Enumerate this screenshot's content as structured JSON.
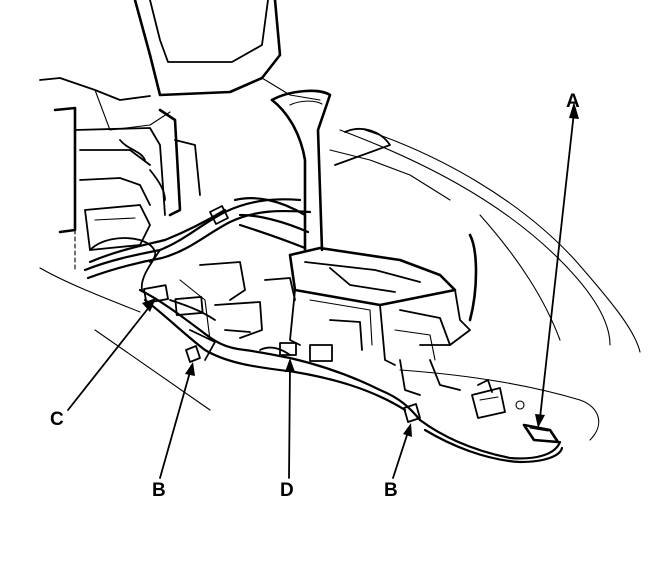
{
  "callouts": {
    "a": "A",
    "b_left": "B",
    "b_right": "B",
    "c": "C",
    "d": "D"
  },
  "colors": {
    "line": "#000000",
    "background": "#ffffff"
  }
}
